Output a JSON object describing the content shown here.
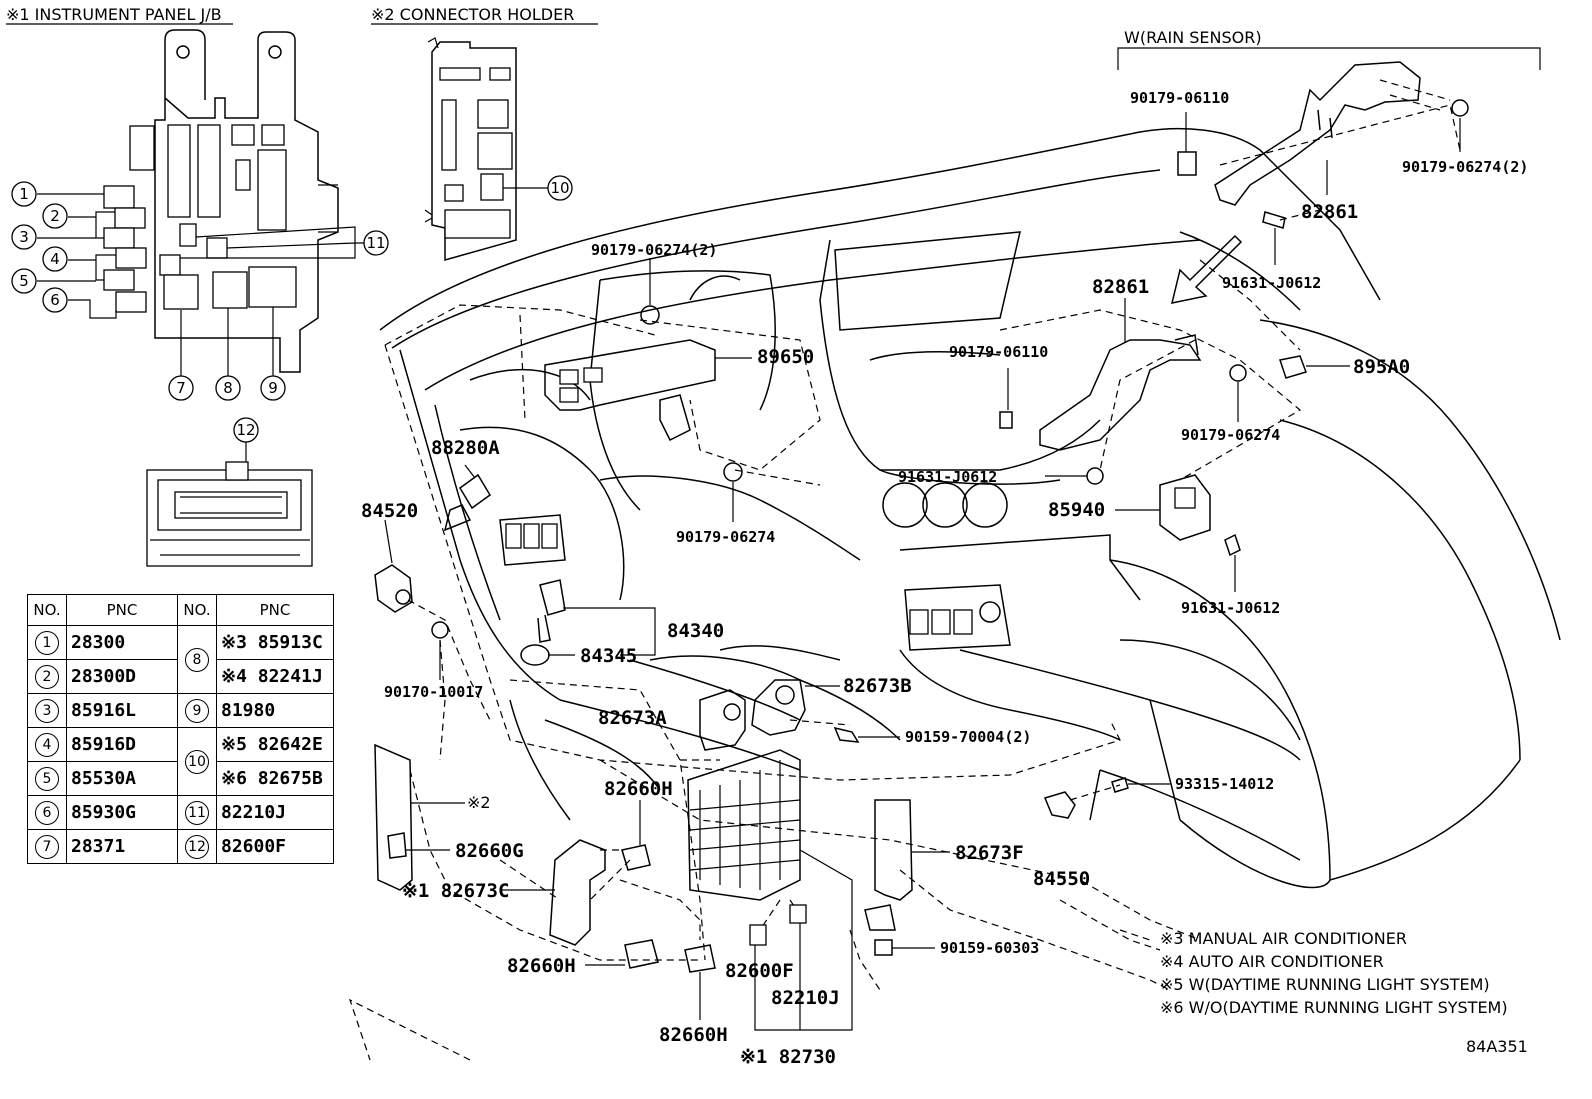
{
  "headers": {
    "instrument_panel": "※1 INSTRUMENT PANEL J/B",
    "connector_holder": "※2 CONNECTOR HOLDER",
    "rain_sensor": "W(RAIN SENSOR)"
  },
  "callouts": [
    "1",
    "2",
    "3",
    "4",
    "5",
    "6",
    "7",
    "8",
    "9",
    "10",
    "11",
    "12"
  ],
  "table": {
    "header": {
      "no": "NO.",
      "pnc": "PNC",
      "no2": "NO.",
      "pnc2": "PNC"
    },
    "left": [
      {
        "no": "1",
        "pnc": "28300"
      },
      {
        "no": "2",
        "pnc": "28300D"
      },
      {
        "no": "3",
        "pnc": "85916L"
      },
      {
        "no": "4",
        "pnc": "85916D"
      },
      {
        "no": "5",
        "pnc": "85530A"
      },
      {
        "no": "6",
        "pnc": "85930G"
      },
      {
        "no": "7",
        "pnc": "28371"
      }
    ],
    "right": {
      "r8": {
        "no": "8",
        "a": "※3 85913C",
        "b": "※4 82241J"
      },
      "r9": {
        "no": "9",
        "a": "81980"
      },
      "r10": {
        "no": "10",
        "a": "※5 82642E",
        "b": "※6 82675B"
      },
      "r11": {
        "no": "11",
        "a": "82210J"
      },
      "r12": {
        "no": "12",
        "a": "82600F"
      }
    }
  },
  "labels": {
    "p_90179_06110_top": "90179-06110",
    "p_90179_06274_2_top": "90179-06274(2)",
    "p_82861_top": "82861",
    "p_91631_J0612_top": "91631-J0612",
    "p_82861_mid": "82861",
    "p_90179_06274_2_left": "90179-06274(2)",
    "p_89650": "89650",
    "p_90179_06110_mid": "90179-06110",
    "p_895A0": "895A0",
    "p_90179_06274_mid": "90179-06274",
    "p_88280A": "88280A",
    "p_91631_J0612_mid": "91631-J0612",
    "p_84520": "84520",
    "p_85940": "85940",
    "p_90179_06274_low": "90179-06274",
    "p_91631_J0612_low": "91631-J0612",
    "p_84340": "84340",
    "p_84345": "84345",
    "p_90170_10017": "90170-10017",
    "p_82673B": "82673B",
    "p_82673A": "82673A",
    "p_90159_70004_2": "90159-70004(2)",
    "p_82660H_top": "82660H",
    "p_93315_14012": "93315-14012",
    "p_ref2": "※2",
    "p_82660G": "82660G",
    "p_82673F": "82673F",
    "p_84550": "84550",
    "p_82673C": "※1 82673C",
    "p_90159_60303": "90159-60303",
    "p_82660H_left": "82660H",
    "p_82600F": "82600F",
    "p_82210J": "82210J",
    "p_82660H_low": "82660H",
    "p_82730": "※1 82730"
  },
  "notes": {
    "n3": "※3 MANUAL AIR CONDITIONER",
    "n4": "※4 AUTO AIR CONDITIONER",
    "n5": "※5 W(DAYTIME RUNNING LIGHT SYSTEM)",
    "n6": "※6 W/O(DAYTIME RUNNING LIGHT SYSTEM)"
  },
  "figure_id": "84A351"
}
